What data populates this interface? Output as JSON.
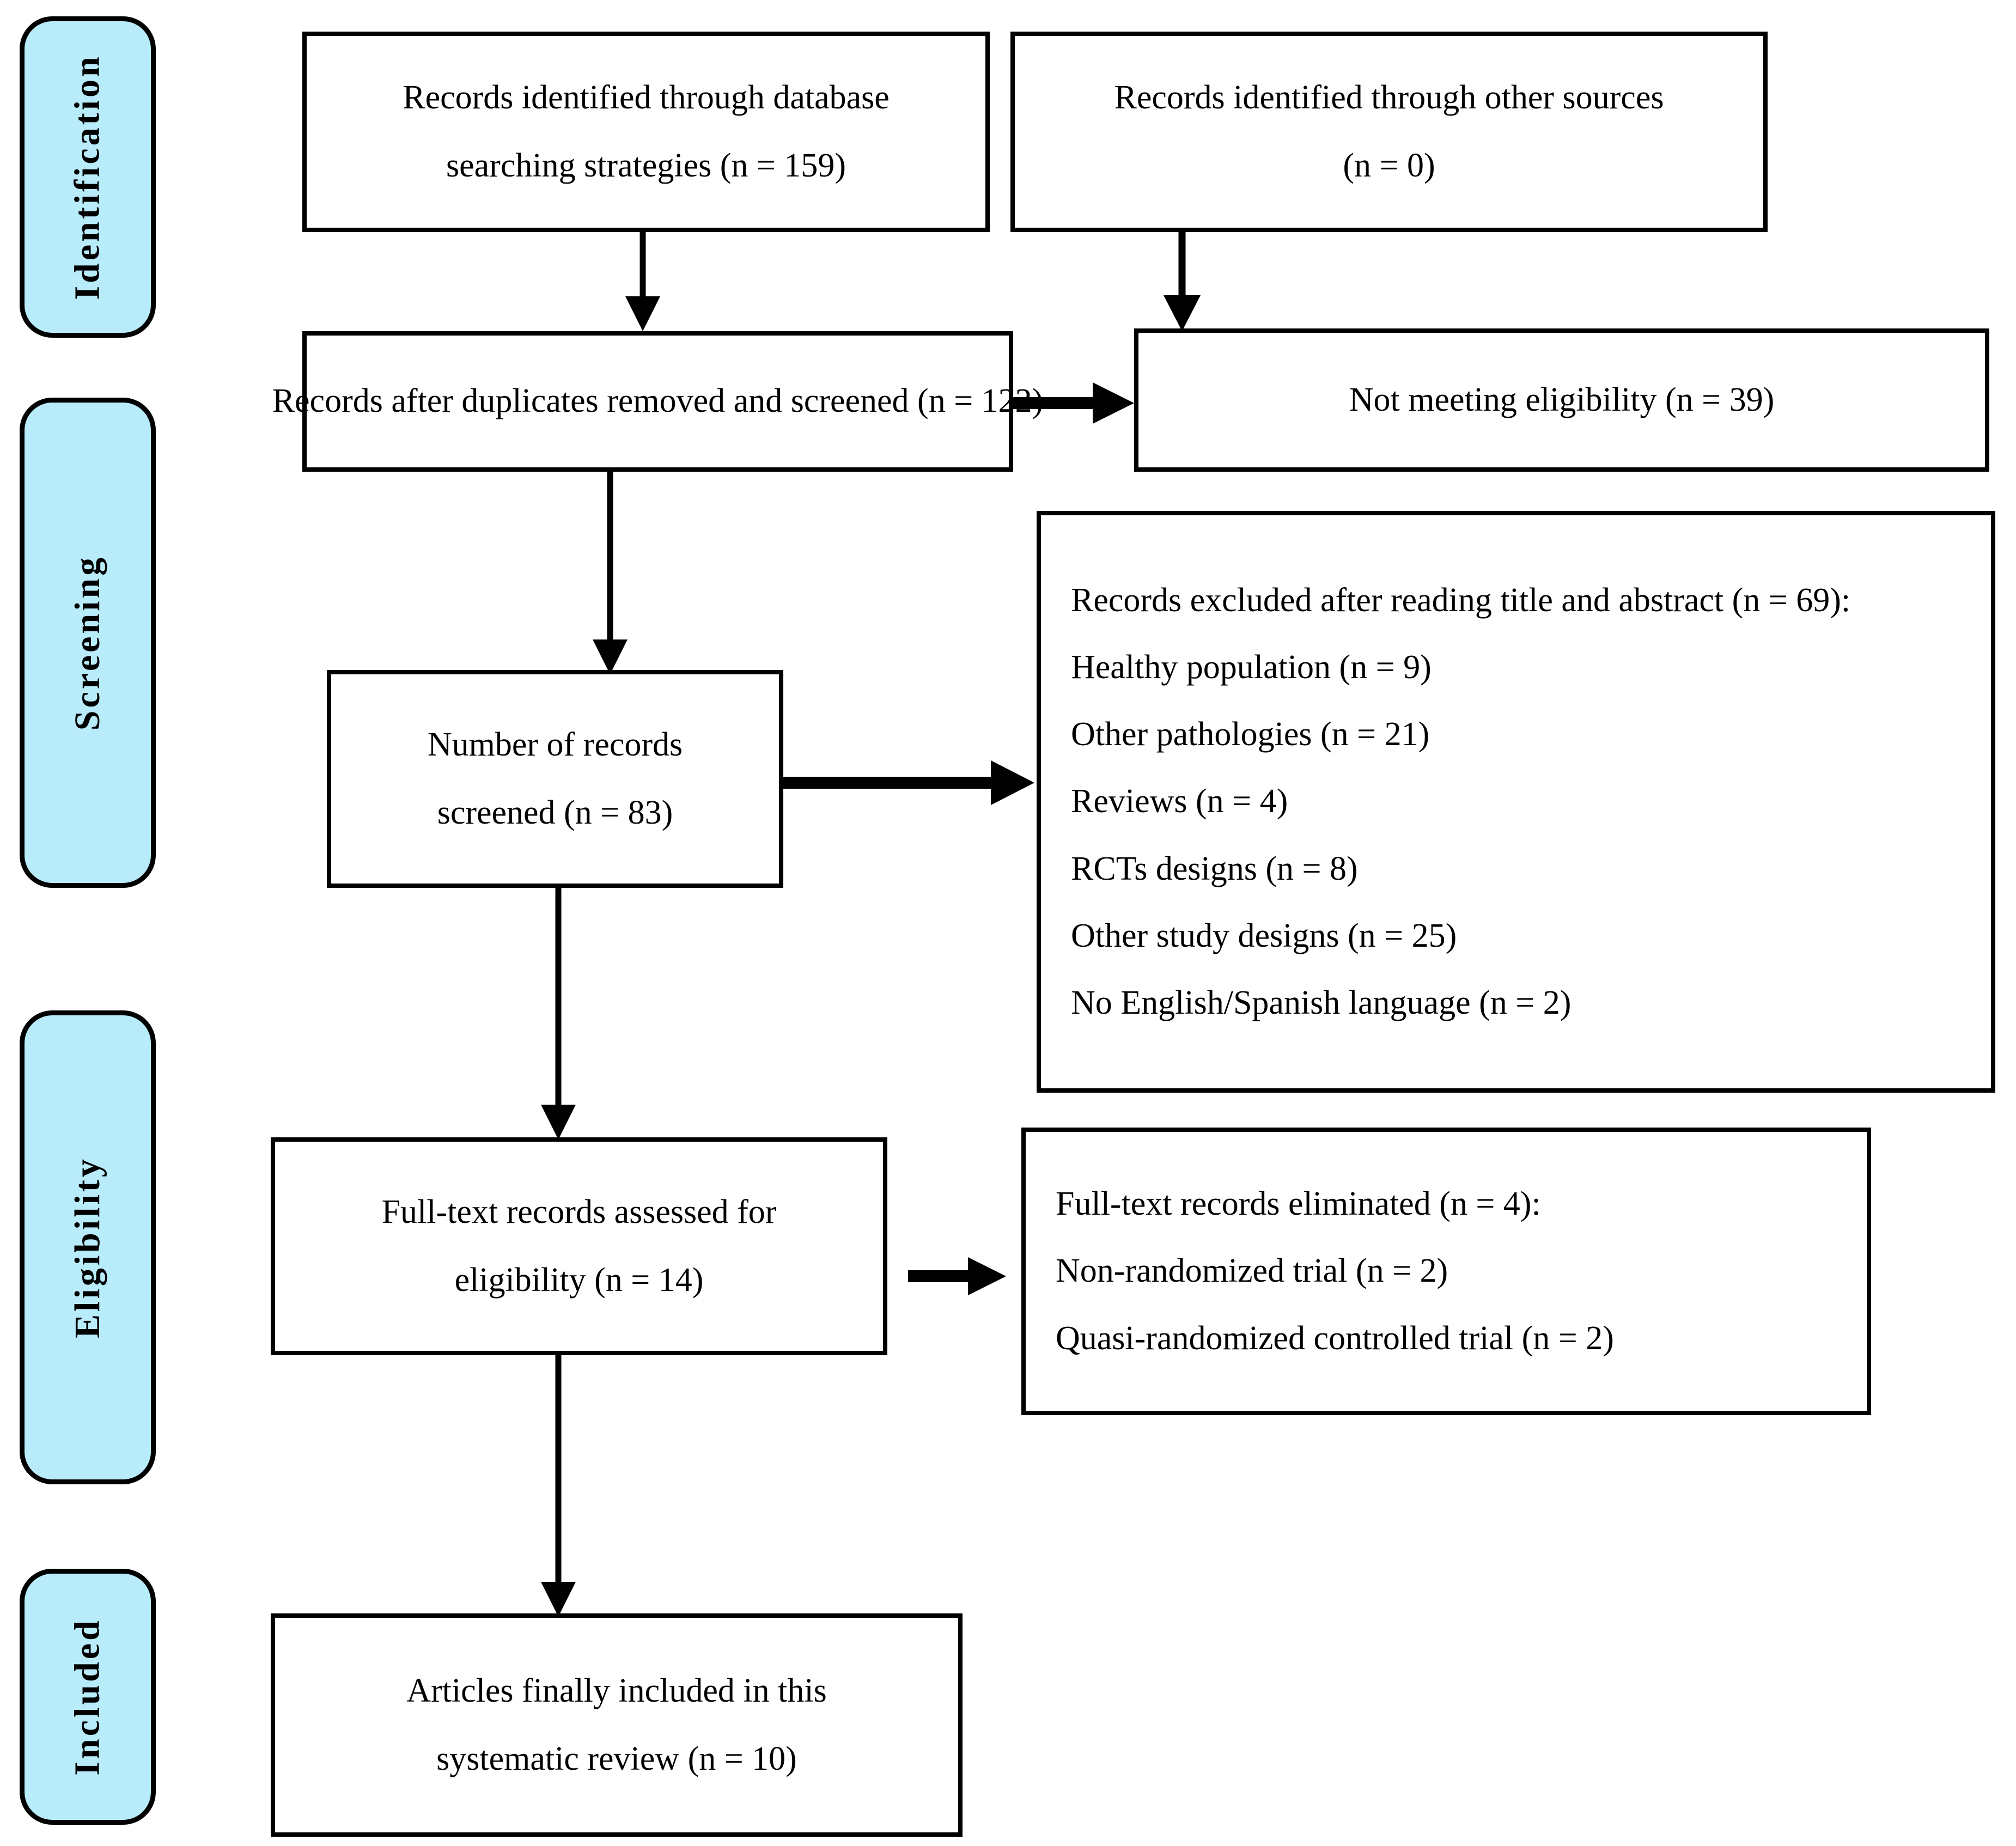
{
  "diagram": {
    "type": "prisma-flow-diagram",
    "accent_color": "#b9ecfb",
    "line_color": "#000000",
    "background": "#ffffff"
  },
  "stages": [
    {
      "id": "identification",
      "label": "Identification"
    },
    {
      "id": "screening",
      "label": "Screening"
    },
    {
      "id": "eligibility",
      "label": "Eligibility"
    },
    {
      "id": "included",
      "label": "Included"
    }
  ],
  "boxes": {
    "database_records": {
      "line1": "Records identified through database",
      "line2": "searching strategies (n = 159)",
      "count": 159
    },
    "other_sources": {
      "line1": "Records identified through other sources",
      "line2": "(n = 0)",
      "count": 0
    },
    "after_duplicates": {
      "line1": "Records after duplicates removed and screened (n = 122)",
      "count": 122
    },
    "not_meeting_eligibility": {
      "line1": "Not meeting eligibility (n = 39)",
      "count": 39
    },
    "records_screened": {
      "line1": "Number of records",
      "line2": "screened (n = 83)",
      "count": 83
    },
    "records_excluded": {
      "heading": "Records excluded after reading title and abstract (n = 69):",
      "count": 69,
      "reasons": [
        {
          "label": "Healthy population (n = 9)",
          "n": 9
        },
        {
          "label": "Other pathologies (n = 21)",
          "n": 21
        },
        {
          "label": "Reviews (n = 4)",
          "n": 4
        },
        {
          "label": "RCTs designs (n = 8)",
          "n": 8
        },
        {
          "label": "Other study designs (n = 25)",
          "n": 25
        },
        {
          "label": "No English/Spanish language (n = 2)",
          "n": 2
        }
      ]
    },
    "full_text_assessed": {
      "line1": "Full-text records assessed for",
      "line2": "eligibility (n = 14)",
      "count": 14
    },
    "full_text_eliminated": {
      "heading": "Full-text records eliminated (n = 4):",
      "count": 4,
      "reasons": [
        {
          "label": "Non-randomized trial (n = 2)",
          "n": 2
        },
        {
          "label": "Quasi-randomized controlled trial (n = 2)",
          "n": 2
        }
      ]
    },
    "articles_included": {
      "line1": "Articles finally included in this",
      "line2": "systematic review (n = 10)",
      "count": 10
    }
  }
}
